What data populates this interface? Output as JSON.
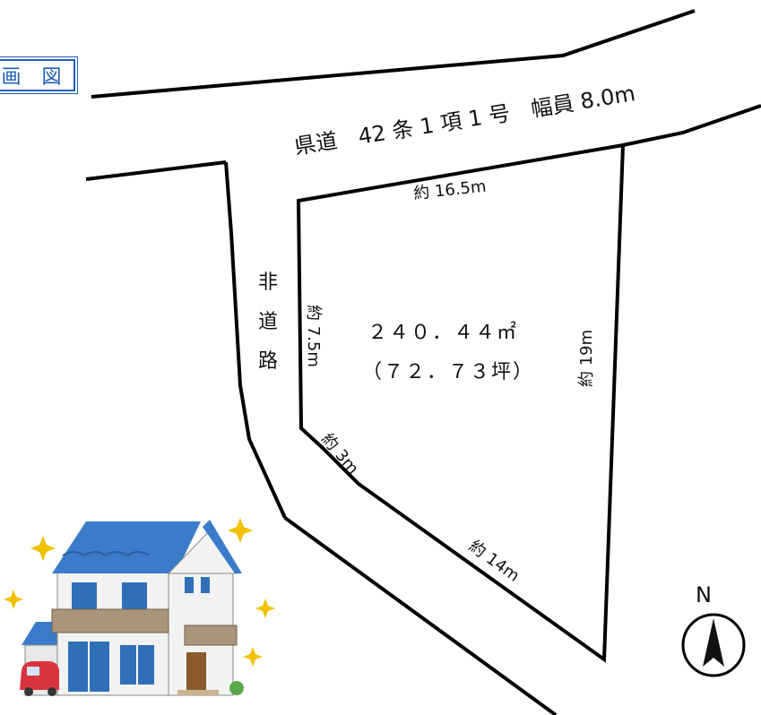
{
  "header": {
    "title": "画 図"
  },
  "road": {
    "label": "県道　42 条 1 項 1 号　幅員 8.0m"
  },
  "side_path": {
    "chars": [
      "非",
      "道",
      "路"
    ]
  },
  "lot": {
    "area": "２４０．４４㎡",
    "area_tsubo": "（７２．７３坪）",
    "dimensions": {
      "north": "約 16.5m",
      "west": "約 7.5m",
      "corner": "約 3m",
      "southwest": "約 14m",
      "east": "約 19m"
    }
  },
  "compass": {
    "label": "N"
  },
  "colors": {
    "title_blue": "#1f5fb4",
    "roof_blue": "#3a7cc9",
    "wall": "#f2f2f2",
    "balcony": "#a8957a",
    "car_red": "#d9343e",
    "sparkle": "#f2c200"
  },
  "icons": [
    "house-illustration",
    "car-icon",
    "sparkle-icon",
    "north-arrow-icon"
  ]
}
